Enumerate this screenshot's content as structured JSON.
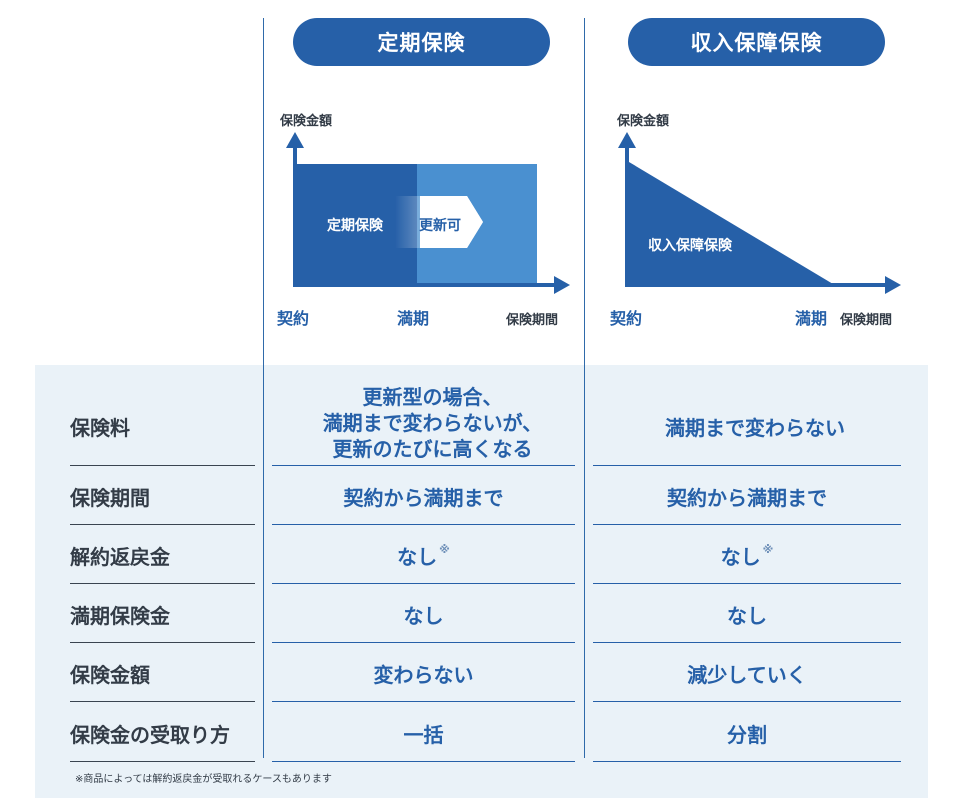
{
  "columns": [
    {
      "title": "定期保険"
    },
    {
      "title": "収入保障保険"
    }
  ],
  "chart1": {
    "y_axis": "保険金額",
    "bar_left": "定期保険",
    "bar_right": "更新可",
    "start": "契約",
    "mid": "満期",
    "end": "保険期間"
  },
  "chart2": {
    "y_axis": "保険金額",
    "shape": "収入保障保険",
    "start": "契約",
    "mid": "満期",
    "end": "保険期間"
  },
  "rows": [
    {
      "label": "保険料",
      "term": [
        "更新型の場合、",
        "満期まで変わらないが、",
        "更新のたびに高くなる"
      ],
      "income": "満期まで変わらない"
    },
    {
      "label": "保険期間",
      "term": "契約から満期まで",
      "income": "契約から満期まで"
    },
    {
      "label": "解約返戻金",
      "term": "なし",
      "income": "なし",
      "mark": "※"
    },
    {
      "label": "満期保険金",
      "term": "なし",
      "income": "なし"
    },
    {
      "label": "保険金額",
      "term": "変わらない",
      "income": "減少していく"
    },
    {
      "label": "保険金の受取り方",
      "term": "一括",
      "income": "分割"
    }
  ],
  "footnote": "※商品によっては解約返戻金が受取れるケースもあります",
  "colors": {
    "brand": "#2660a8",
    "light_bar": "#4a90d0",
    "tint": "#eaf2f8"
  }
}
